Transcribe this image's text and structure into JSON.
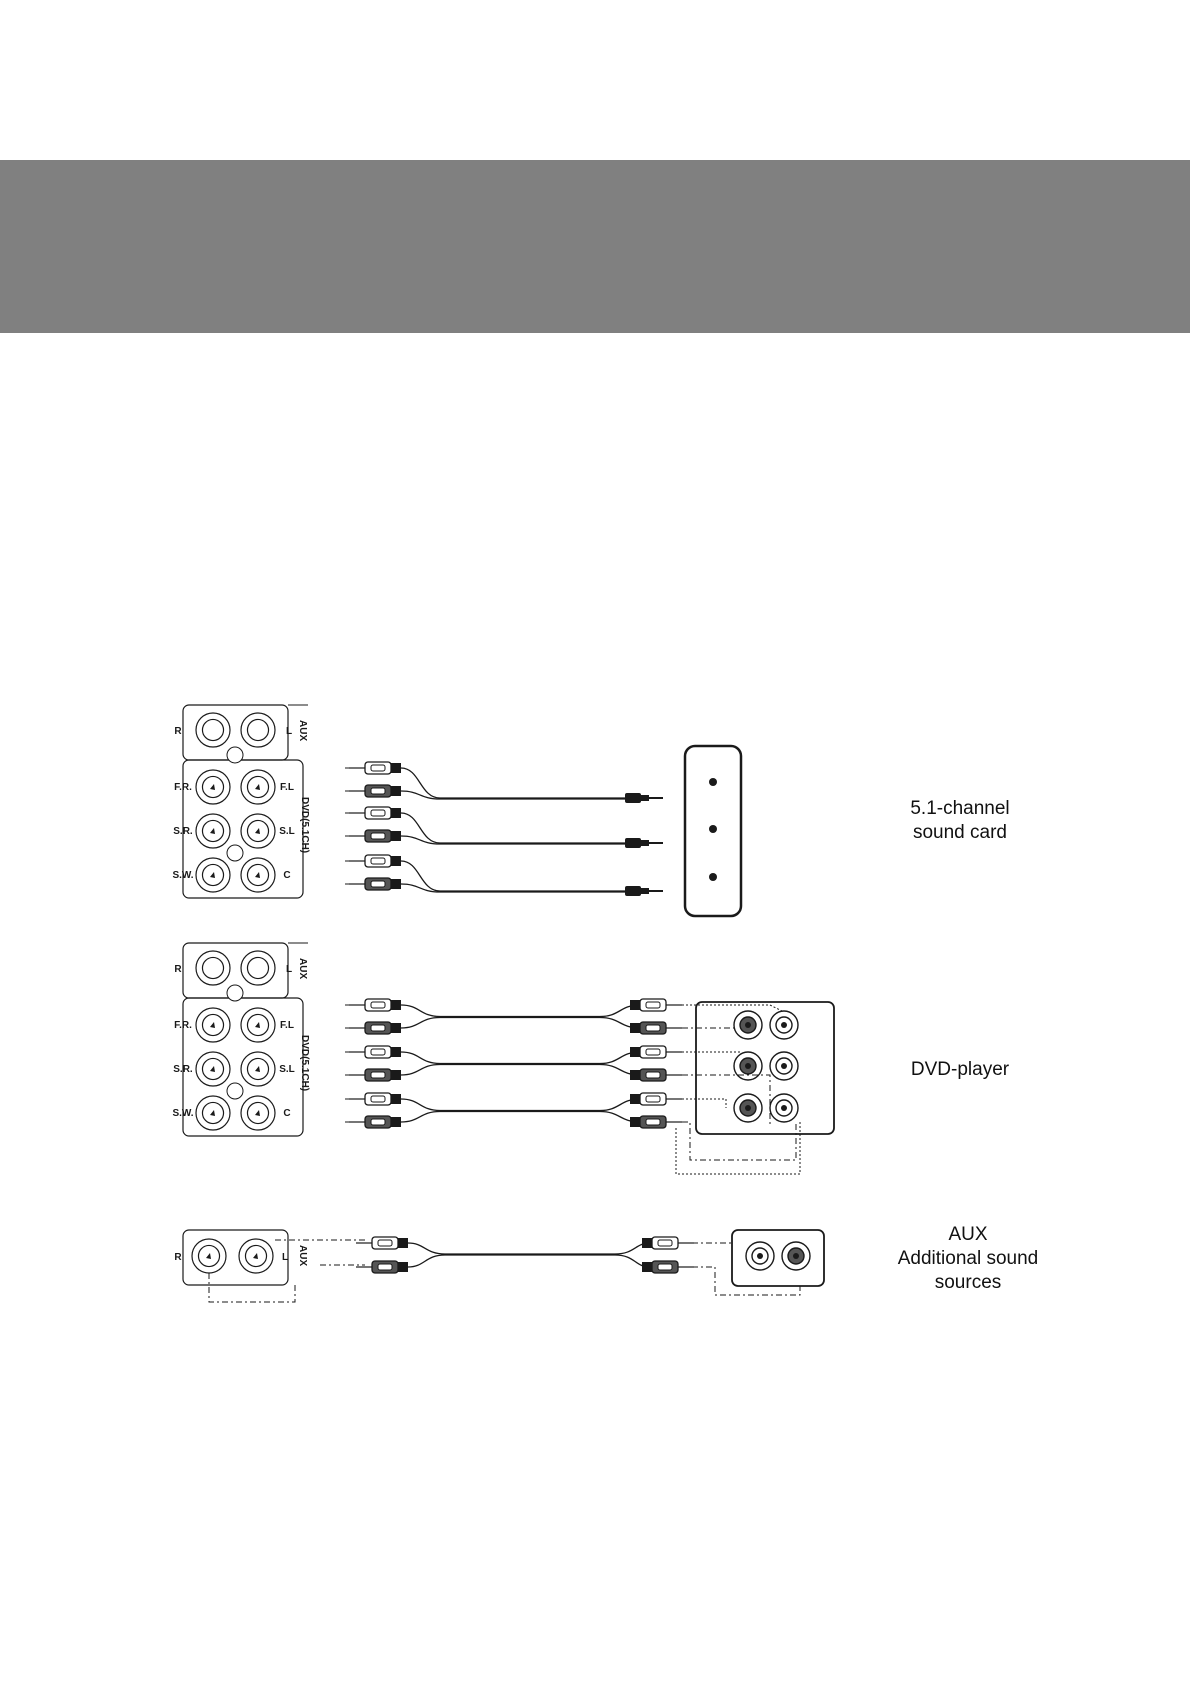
{
  "captions": {
    "sound_card": [
      "5.1-channel",
      "sound card"
    ],
    "dvd_player": [
      "DVD-player"
    ],
    "aux": [
      "AUX",
      "Additional sound",
      "sources"
    ]
  },
  "panel_labels": {
    "r": "R",
    "l": "L",
    "aux": "AUX",
    "fr": "F.R.",
    "fl": "F.L",
    "sr": "S.R.",
    "sl": "S.L",
    "sw": "S.W.",
    "c": "C",
    "dvd": "DVD(5.1CH)"
  },
  "colors": {
    "banner": "#808080",
    "line": "#1a1a1a",
    "plug_dark": "#555555"
  }
}
